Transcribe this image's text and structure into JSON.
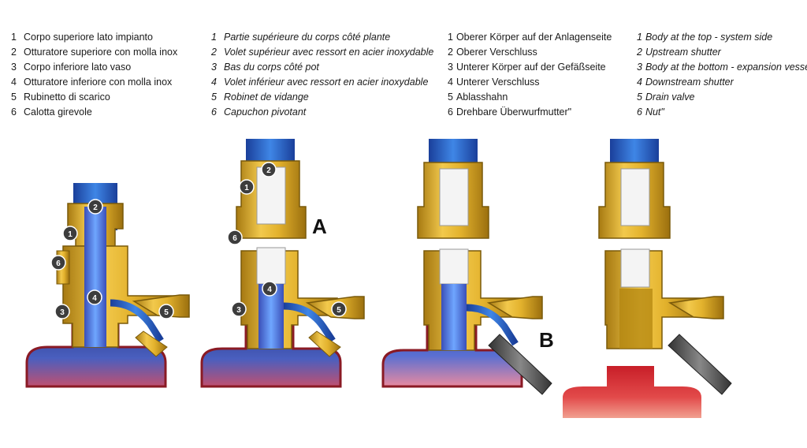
{
  "legend_it": [
    {
      "num": "1",
      "text": "Corpo superiore lato impianto"
    },
    {
      "num": "2",
      "text": "Otturatore superiore con molla inox"
    },
    {
      "num": "3",
      "text": "Corpo inferiore lato vaso"
    },
    {
      "num": "4",
      "text": "Otturatore inferiore con molla inox"
    },
    {
      "num": "5",
      "text": "Rubinetto di scarico"
    },
    {
      "num": "6",
      "text": "Calotta girevole"
    }
  ],
  "legend_fr": [
    {
      "num": "1",
      "text": "Partie supérieure du corps côté plante"
    },
    {
      "num": "2",
      "text": "Volet supérieur avec ressort en acier inoxydable"
    },
    {
      "num": "3",
      "text": "Bas du corps côté pot"
    },
    {
      "num": "4",
      "text": "Volet inférieur avec ressort en acier inoxydable"
    },
    {
      "num": "5",
      "text": "Robinet de vidange"
    },
    {
      "num": "6",
      "text": "Capuchon pivotant"
    }
  ],
  "legend_de": [
    {
      "num": "1",
      "text": "Oberer Körper auf der Anlagenseite"
    },
    {
      "num": "2",
      "text": "Oberer Verschluss"
    },
    {
      "num": "3",
      "text": "Unterer Körper auf der Gefäßseite"
    },
    {
      "num": "4",
      "text": "Unterer Verschluss"
    },
    {
      "num": "5",
      "text": "Ablasshahn"
    },
    {
      "num": "6",
      "text": "Drehbare Überwurfmutter\""
    }
  ],
  "legend_en": [
    {
      "num": "1",
      "text": "Body at the top - system side"
    },
    {
      "num": "2",
      "text": "Upstream shutter"
    },
    {
      "num": "3",
      "text": "Body at the bottom - expansion vessel side"
    },
    {
      "num": "4",
      "text": "Downstream shutter"
    },
    {
      "num": "5",
      "text": "Drain valve"
    },
    {
      "num": "6",
      "text": "Nut\""
    }
  ],
  "callouts": {
    "one": "1",
    "two": "2",
    "three": "3",
    "four": "4",
    "five": "5",
    "six": "6"
  },
  "letters": {
    "a": "A",
    "b": "B"
  },
  "colors": {
    "brass": "#e3b22d",
    "brass_dark": "#a77a12",
    "water": "#2a63c4",
    "vessel": "#c0343c",
    "badge": "#3d3d3d"
  }
}
